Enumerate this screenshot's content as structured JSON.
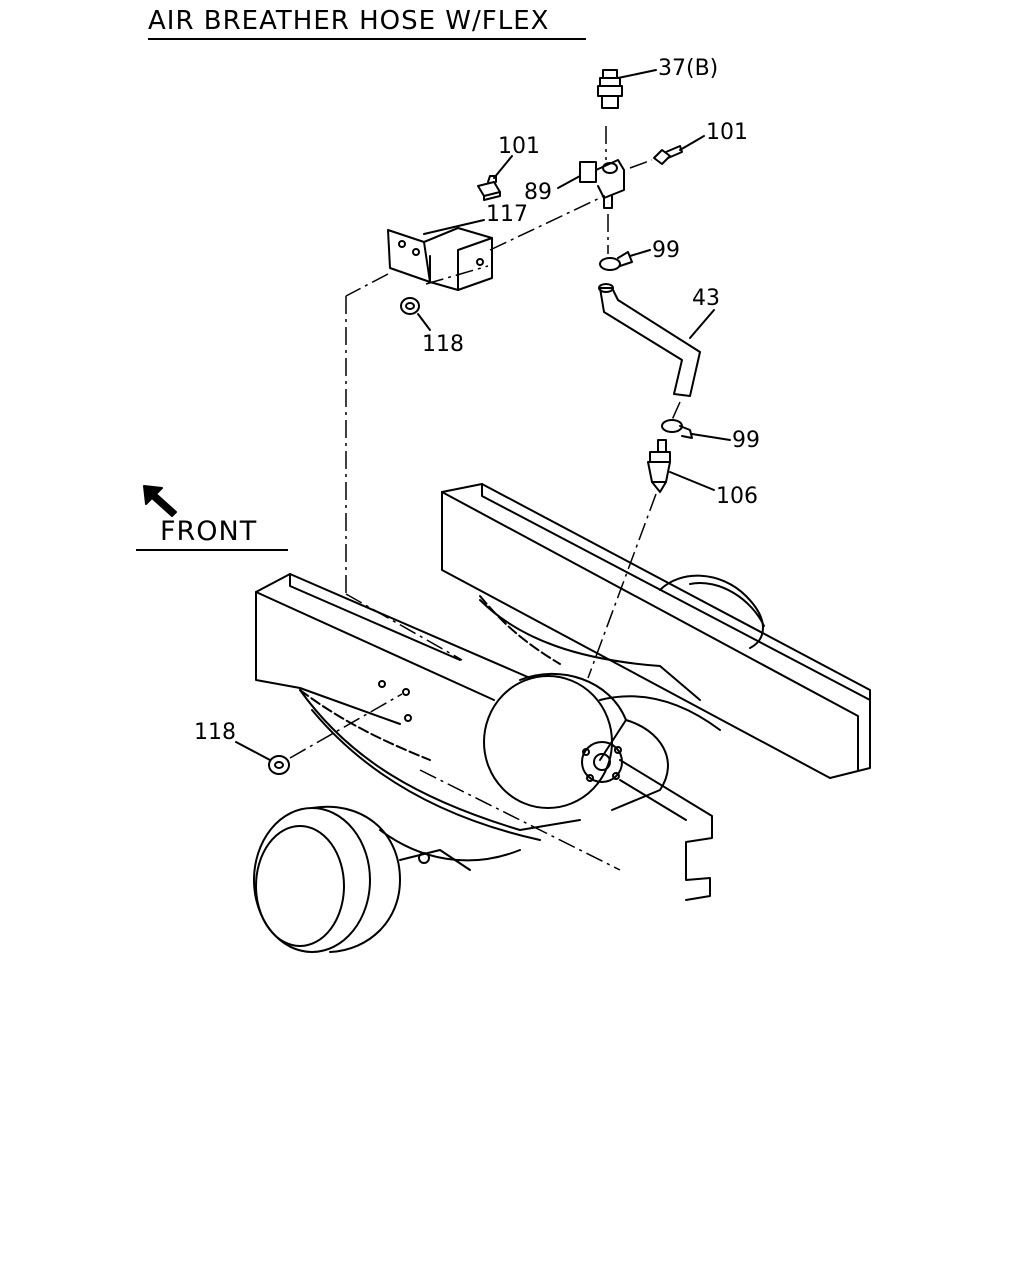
{
  "title": "AIR BREATHER HOSE W/FLEX",
  "front_label": "FRONT",
  "callouts": [
    "37(B)",
    "101",
    "101",
    "117",
    "89",
    "99",
    "43",
    "118",
    "99",
    "106",
    "118"
  ],
  "colors": {
    "line": "#000000",
    "background": "#ffffff"
  }
}
